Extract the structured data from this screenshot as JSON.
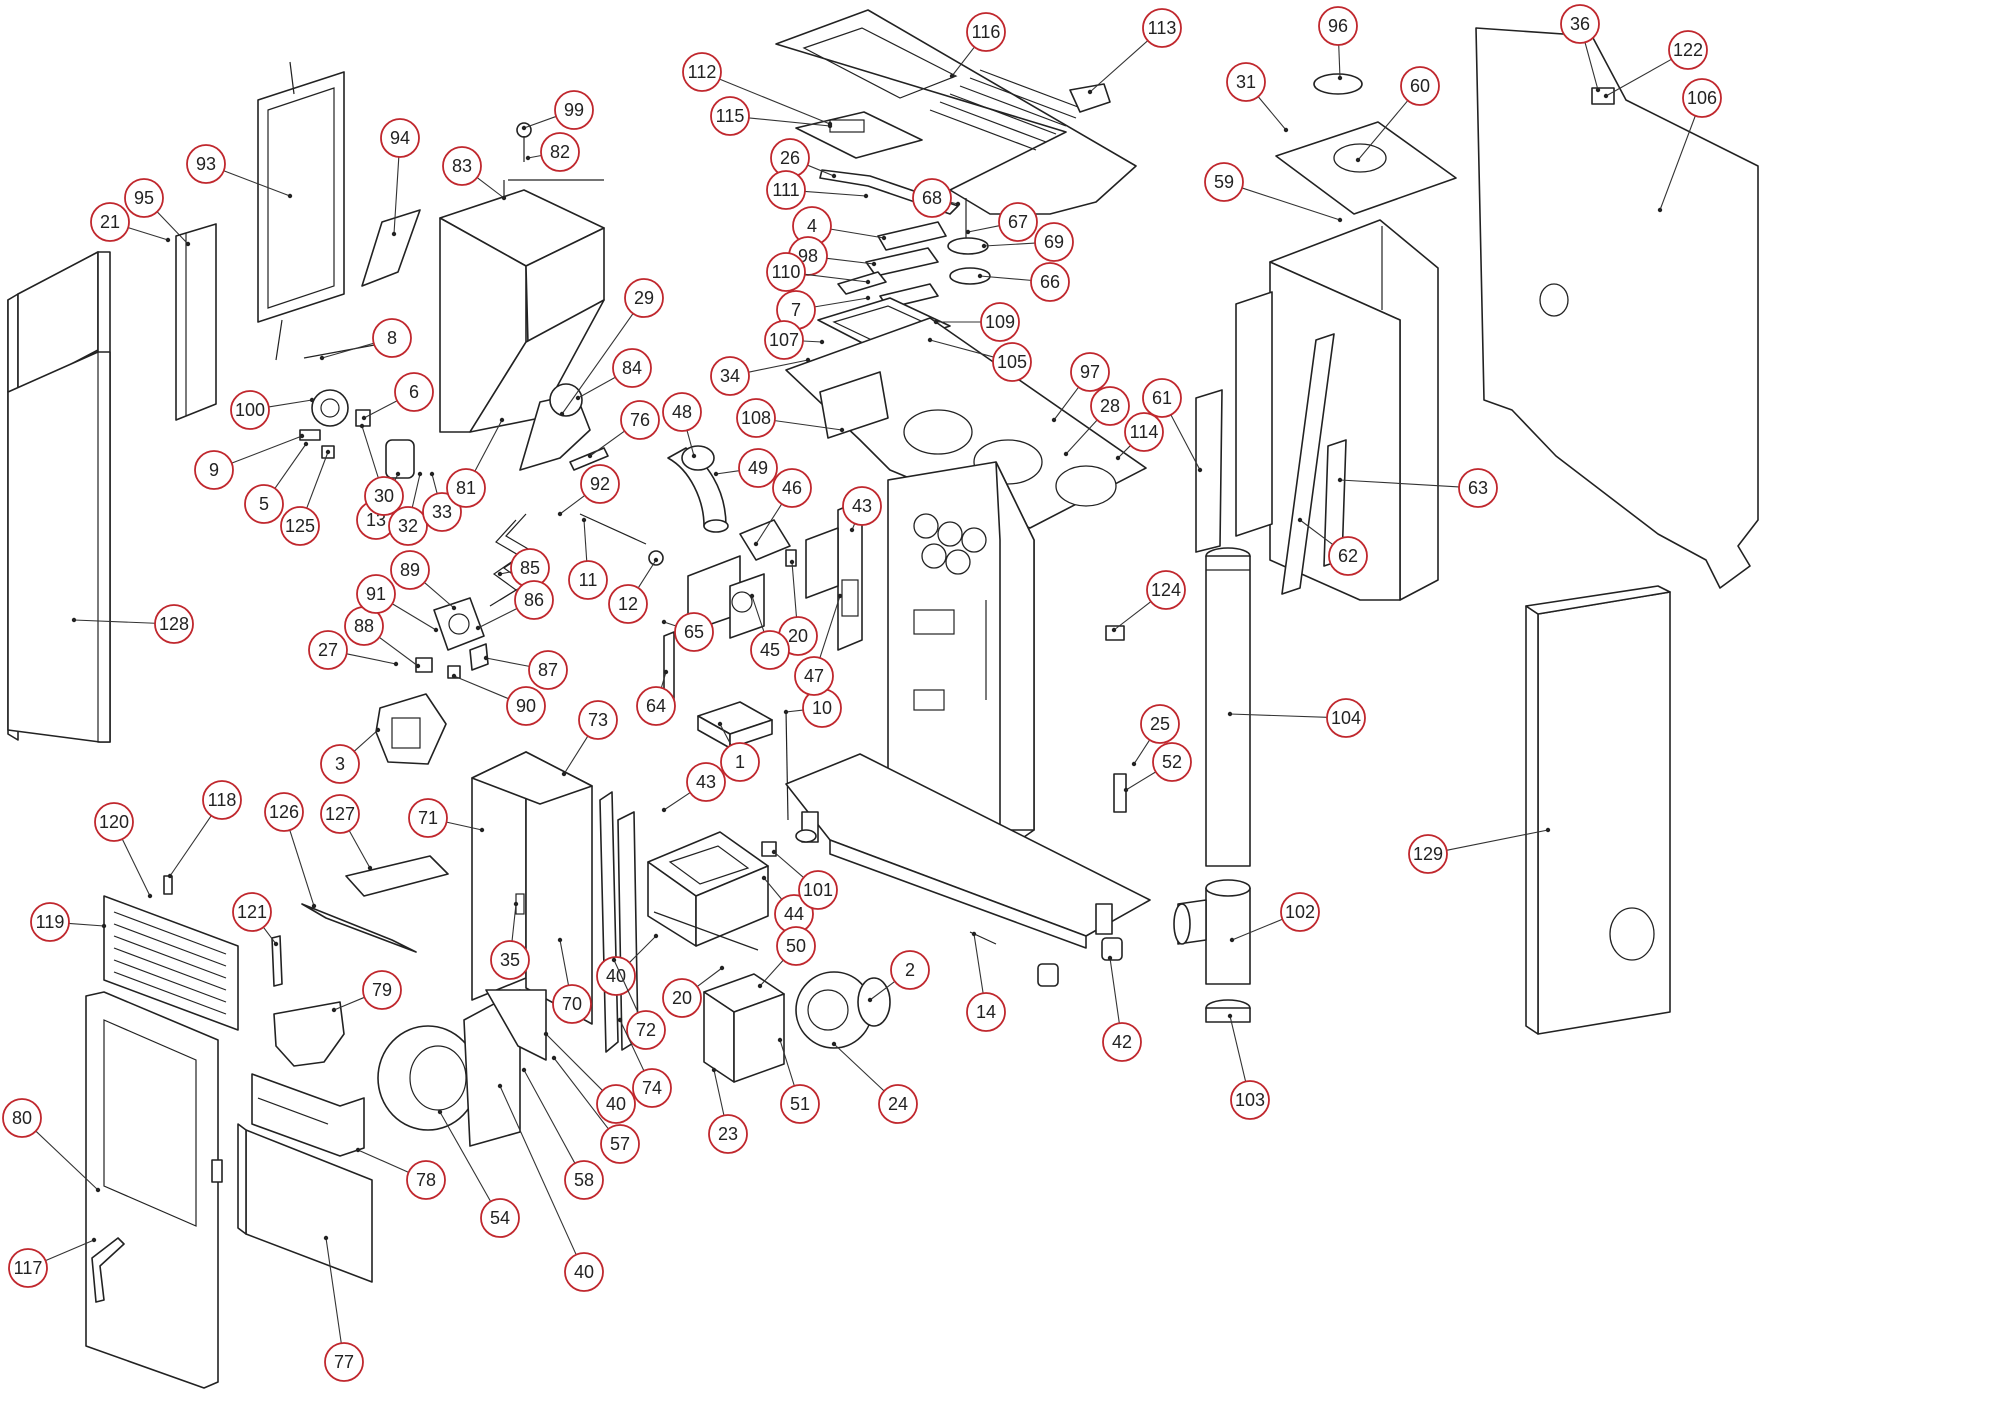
{
  "diagram": {
    "callout_color": "#c0272d",
    "callouts": [
      {
        "label": "1"
      },
      {
        "label": "2"
      },
      {
        "label": "3"
      },
      {
        "label": "4"
      },
      {
        "label": "5"
      },
      {
        "label": "6"
      },
      {
        "label": "7"
      },
      {
        "label": "8"
      },
      {
        "label": "9"
      },
      {
        "label": "10"
      },
      {
        "label": "11"
      },
      {
        "label": "12"
      },
      {
        "label": "13"
      },
      {
        "label": "14"
      },
      {
        "label": "20"
      },
      {
        "label": "20"
      },
      {
        "label": "21"
      },
      {
        "label": "23"
      },
      {
        "label": "24"
      },
      {
        "label": "25"
      },
      {
        "label": "26"
      },
      {
        "label": "27"
      },
      {
        "label": "28"
      },
      {
        "label": "29"
      },
      {
        "label": "30"
      },
      {
        "label": "31"
      },
      {
        "label": "32"
      },
      {
        "label": "33"
      },
      {
        "label": "34"
      },
      {
        "label": "35"
      },
      {
        "label": "36"
      },
      {
        "label": "40"
      },
      {
        "label": "40"
      },
      {
        "label": "40"
      },
      {
        "label": "42"
      },
      {
        "label": "43"
      },
      {
        "label": "43"
      },
      {
        "label": "44"
      },
      {
        "label": "45"
      },
      {
        "label": "46"
      },
      {
        "label": "47"
      },
      {
        "label": "48"
      },
      {
        "label": "49"
      },
      {
        "label": "50"
      },
      {
        "label": "51"
      },
      {
        "label": "52"
      },
      {
        "label": "54"
      },
      {
        "label": "57"
      },
      {
        "label": "58"
      },
      {
        "label": "59"
      },
      {
        "label": "60"
      },
      {
        "label": "61"
      },
      {
        "label": "62"
      },
      {
        "label": "63"
      },
      {
        "label": "64"
      },
      {
        "label": "65"
      },
      {
        "label": "66"
      },
      {
        "label": "67"
      },
      {
        "label": "68"
      },
      {
        "label": "69"
      },
      {
        "label": "70"
      },
      {
        "label": "71"
      },
      {
        "label": "72"
      },
      {
        "label": "73"
      },
      {
        "label": "74"
      },
      {
        "label": "76"
      },
      {
        "label": "77"
      },
      {
        "label": "78"
      },
      {
        "label": "79"
      },
      {
        "label": "80"
      },
      {
        "label": "81"
      },
      {
        "label": "82"
      },
      {
        "label": "83"
      },
      {
        "label": "84"
      },
      {
        "label": "85"
      },
      {
        "label": "86"
      },
      {
        "label": "87"
      },
      {
        "label": "88"
      },
      {
        "label": "89"
      },
      {
        "label": "90"
      },
      {
        "label": "91"
      },
      {
        "label": "92"
      },
      {
        "label": "93"
      },
      {
        "label": "94"
      },
      {
        "label": "95"
      },
      {
        "label": "96"
      },
      {
        "label": "97"
      },
      {
        "label": "98"
      },
      {
        "label": "99"
      },
      {
        "label": "100"
      },
      {
        "label": "101"
      },
      {
        "label": "102"
      },
      {
        "label": "103"
      },
      {
        "label": "104"
      },
      {
        "label": "105"
      },
      {
        "label": "106"
      },
      {
        "label": "107"
      },
      {
        "label": "108"
      },
      {
        "label": "109"
      },
      {
        "label": "110"
      },
      {
        "label": "111"
      },
      {
        "label": "112"
      },
      {
        "label": "113"
      },
      {
        "label": "114"
      },
      {
        "label": "115"
      },
      {
        "label": "116"
      },
      {
        "label": "117"
      },
      {
        "label": "118"
      },
      {
        "label": "119"
      },
      {
        "label": "120"
      },
      {
        "label": "121"
      },
      {
        "label": "122"
      },
      {
        "label": "124"
      },
      {
        "label": "125"
      },
      {
        "label": "126"
      },
      {
        "label": "127"
      },
      {
        "label": "128"
      },
      {
        "label": "129"
      }
    ]
  }
}
